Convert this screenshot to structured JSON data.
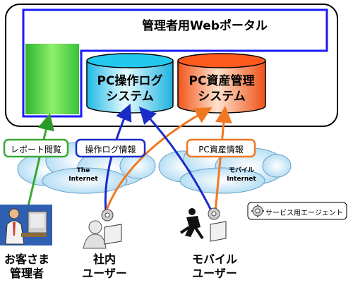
{
  "portal": {
    "title": "管理者用Webポータル"
  },
  "systems": {
    "log": {
      "line1": "PC操作ログ",
      "line2": "システム"
    },
    "asset": {
      "line1": "PC資産管理",
      "line2": "システム"
    }
  },
  "labels": {
    "report": "レポート閲覧",
    "oplog": "操作ログ情報",
    "asset": "PC資産情報"
  },
  "clouds": {
    "left": {
      "line1": "The",
      "line2": "Internet"
    },
    "right": {
      "line1": "モバイル",
      "line2": "Internet"
    }
  },
  "legend": {
    "text": "サービス用エージェント"
  },
  "actors": {
    "customer": {
      "line1": "お客さま",
      "line2": "管理者"
    },
    "internal": {
      "line1": "社内",
      "line2": "ユーザー"
    },
    "mobile": {
      "line1": "モバイル",
      "line2": "ユーザー"
    }
  },
  "colors": {
    "portal_frame": "#1a1aff",
    "portal_fill": "#66dd44",
    "log_db": "#22c8ee",
    "asset_db": "#ff5a1e",
    "report_arrow": "#3aa835",
    "log_arrow": "#1a2cc8",
    "asset_arrow": "#f07820"
  }
}
